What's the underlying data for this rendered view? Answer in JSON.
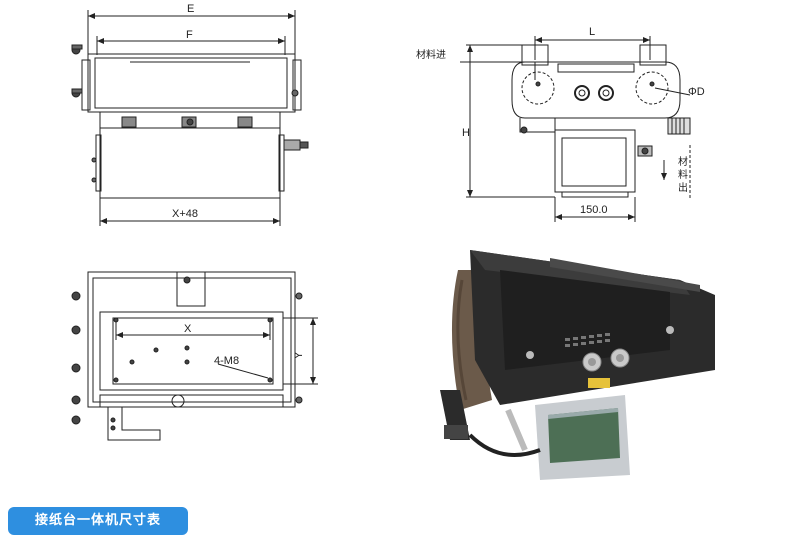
{
  "labels": {
    "E": "E",
    "F": "F",
    "x_plus_48": "X+48",
    "X": "X",
    "Y": "Y",
    "m8": "4-M8",
    "L": "L",
    "H": "H",
    "phi_d": "ΦD",
    "feed_in": "材料进",
    "feed_out_1": "材",
    "feed_out_2": "料",
    "feed_out_3": "出",
    "width_150": "150.0"
  },
  "section_tag": "接纸台一体机尺寸表",
  "colors": {
    "line": "#222222",
    "tag_bg": "#2e8fe0",
    "device_dark": "#2b2b2b",
    "roller": "#6b5a4a",
    "panel": "#c8ccd0",
    "screen": "#4d6f55"
  }
}
